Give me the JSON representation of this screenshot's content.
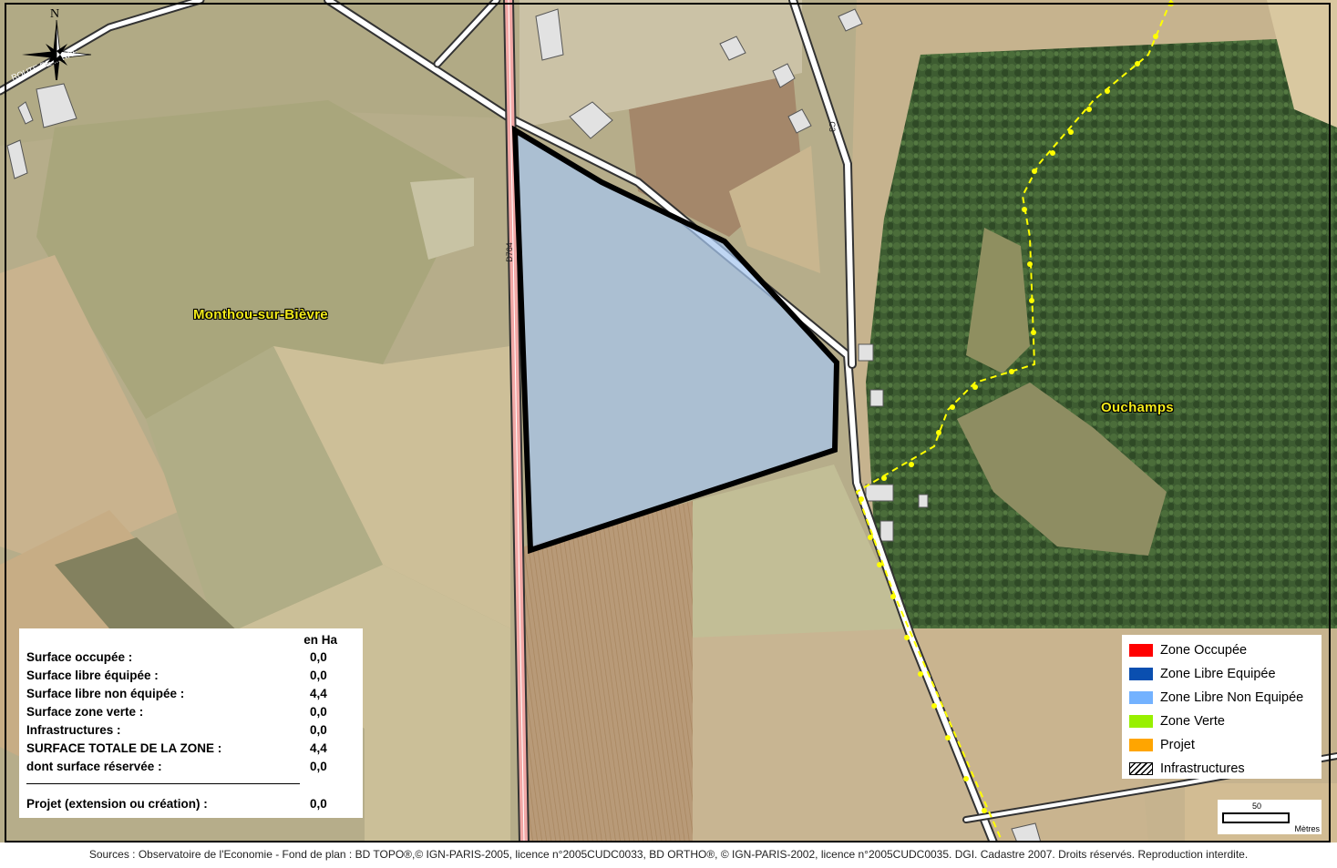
{
  "map": {
    "places": [
      {
        "name": "Monthou-sur-Bièvre"
      },
      {
        "name": "Ouchamps"
      }
    ],
    "roads": [
      {
        "label": "D764"
      },
      {
        "label": "C3"
      },
      {
        "label": "ROUTE DE ... RRE"
      }
    ],
    "north_arrow_letter": "N",
    "colors": {
      "zone_fill": "#a6c6ef",
      "zone_outline": "#000000",
      "d_road": "#f2a8a6",
      "communal_limit": "#ffff00",
      "label_text": "#f2ea1a"
    }
  },
  "stats": {
    "unit_header": "en Ha",
    "rows": [
      {
        "label": "Surface occupée :",
        "value": "0,0"
      },
      {
        "label": "Surface libre équipée :",
        "value": "0,0"
      },
      {
        "label": "Surface libre non équipée :",
        "value": "4,4"
      },
      {
        "label": "Surface zone verte :",
        "value": "0,0"
      },
      {
        "label": "Infrastructures :",
        "value": "0,0"
      },
      {
        "label": "SURFACE TOTALE DE LA ZONE :",
        "value": "4,4"
      },
      {
        "label": "dont surface réservée :",
        "value": "0,0"
      }
    ],
    "project": {
      "label": "Projet (extension ou création) :",
      "value": "0,0"
    }
  },
  "legend": {
    "items": [
      {
        "label": "Zone Occupée",
        "color": "#ff0000",
        "hatched": false
      },
      {
        "label": "Zone Libre Equipée",
        "color": "#0a4fb0",
        "hatched": false
      },
      {
        "label": "Zone Libre Non Equipée",
        "color": "#73b2ff",
        "hatched": false
      },
      {
        "label": "Zone Verte",
        "color": "#98f000",
        "hatched": false
      },
      {
        "label": "Projet",
        "color": "#ffa500",
        "hatched": false
      },
      {
        "label": "Infrastructures",
        "color": "#ffffff",
        "hatched": true
      }
    ]
  },
  "scale": {
    "value": "50",
    "unit": "Mètres"
  },
  "sources": "Sources : Observatoire de l'Economie  -  Fond de plan : BD TOPO®,© IGN-PARIS-2005, licence n°2005CUDC0033, BD ORTHO®, © IGN-PARIS-2002, licence n°2005CUDC0035. DGI. Cadastre 2007. Droits réservés. Reproduction interdite."
}
